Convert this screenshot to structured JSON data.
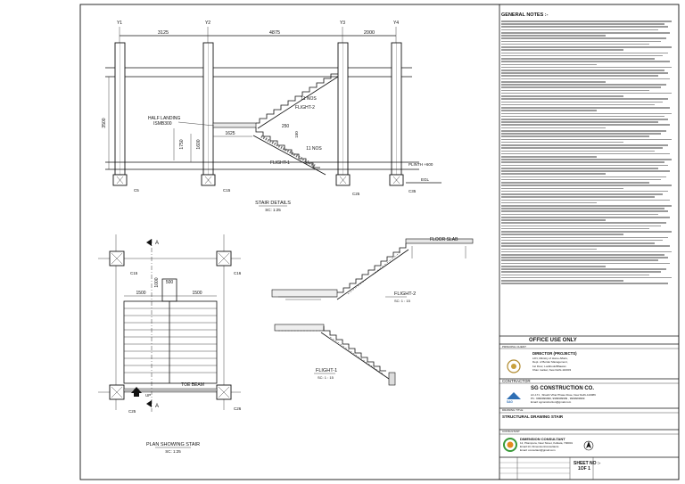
{
  "general_notes": {
    "title": "GENERAL NOTES :-",
    "line_count": 92
  },
  "elevation": {
    "grid_labels": [
      "Y1",
      "Y2",
      "Y3",
      "Y4"
    ],
    "dimensions": [
      "3125",
      "4875",
      "2000"
    ],
    "height_dim": "3500",
    "landing_label_1": "HALF LANDING",
    "landing_label_2": "ISMB300",
    "landing_dims": [
      "1625",
      "1750",
      "1600"
    ],
    "tread_dim": "250",
    "riser_dim": "150",
    "nos_upper": "11 NOS",
    "nos_lower": "11 NOS",
    "flight2_label": "FLIGHT-2",
    "flight1_label": "FLIGHT-1",
    "plinth_label": "PLINTH +600",
    "egl_label": "EGL",
    "column_labels": [
      "C5",
      "C15",
      "C25",
      "C35"
    ],
    "title": "STAIR DETAILS",
    "scale": "SC: 1:25"
  },
  "plan": {
    "section_marks": [
      "A",
      "A"
    ],
    "column_labels": [
      "C15",
      "C16",
      "C25",
      "C26"
    ],
    "dims": [
      "500",
      "1000",
      "1500",
      "1500"
    ],
    "toe_beam": "TOE BEAM",
    "up_label": "UP",
    "title": "PLAN SHOWING STAIR",
    "scale": "SC: 1:25"
  },
  "flights": {
    "floor_slab": "FLOOR SLAB",
    "flight2": "FLIGHT-2",
    "flight2_scale": "SC: 1 : 15",
    "flight1": "FLIGHT-1",
    "flight1_scale": "SC: 1 : 15"
  },
  "title_block": {
    "office_use": "OFFICE USE ONLY",
    "principal_client": "PRINCIPAL CLIENT",
    "director_title": "DIRECTOR (PROJECTS)",
    "director_lines": [
      "LFN, Ministry of Home Affairs,",
      "Dept. of Border Management,",
      "1st Floor, Lockbook/Bhawan",
      "Khan market, New Delhi-110003"
    ],
    "contractor": "CONTRACTOR",
    "company": "SG CONSTRUCTION CO.",
    "company_lines": [
      "Arr-171 , Shashi Vihar Phase Rose, New Delhi-110089",
      "Ph.: 9999999999, 9999999999 , 9999999999",
      "Email: sgconstruction@gmail.com"
    ],
    "logo_text": "SAG",
    "drawing_title_label": "DRAWING TITLE",
    "drawing_title": "STRUCTURAL DRAWING STAIR",
    "consultant": "CONSULTANT",
    "consultant_name": "DIMENSION CONSULTANT",
    "consultant_lines": [
      "12, Pitampura, Near Street, Kolkata, 700001",
      "Email:13, DimensionConsultants",
      "Email: consultant@gmail.com"
    ],
    "sheet_no_label": "SHEET NO :-",
    "sheet_no": "1OF 1"
  }
}
